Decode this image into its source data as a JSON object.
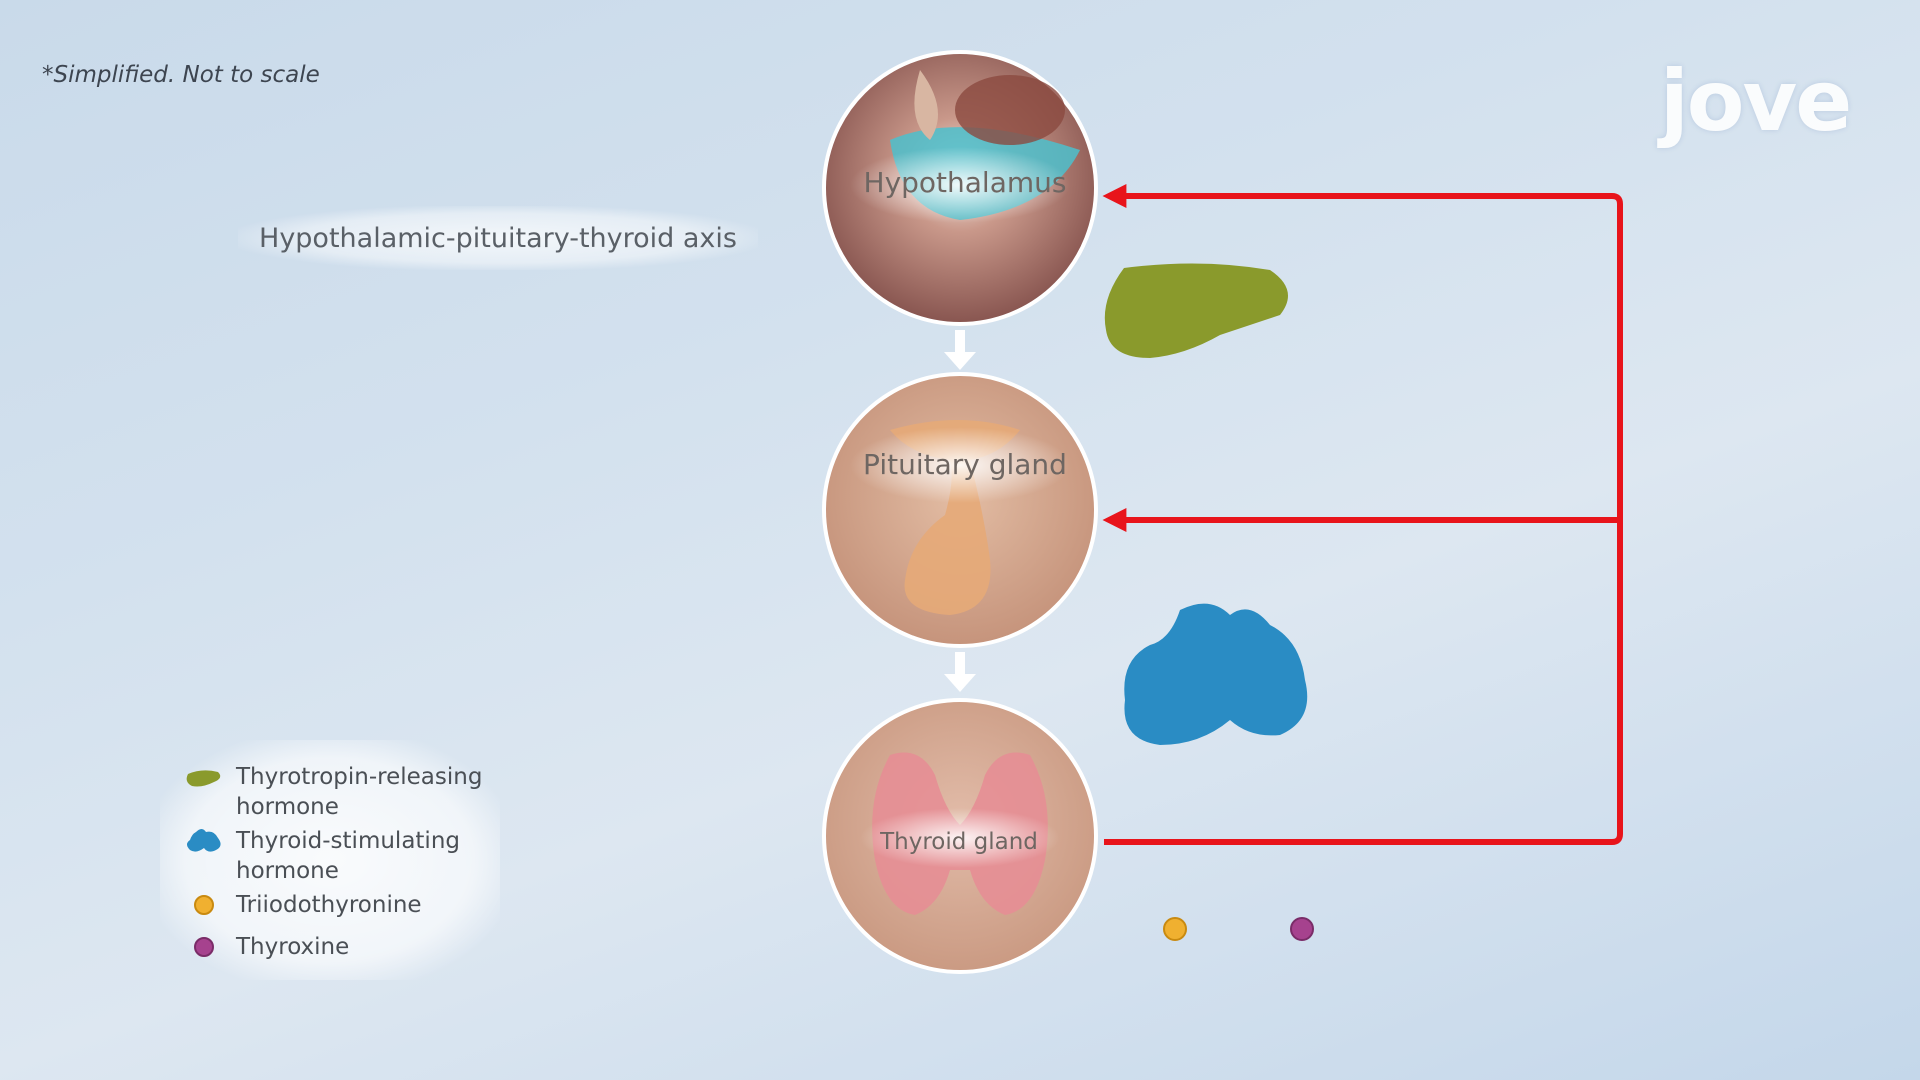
{
  "note": "*Simplified. Not to scale",
  "title": "Hypothalamic-pituitary-thyroid axis",
  "logo": "jove",
  "nodes": {
    "hypothalamus": "Hypothalamus",
    "pituitary": "Pituitary gland",
    "thyroid": "Thyroid gland"
  },
  "legend": {
    "trh": "Thyrotropin-releasing\n hormone",
    "tsh": "Thyroid-stimulating\nhormone",
    "t3": "Triiodothyronine",
    "t4": "Thyroxine"
  },
  "colors": {
    "feedback_arrow": "#e8141b",
    "trh": "#8a9a2c",
    "tsh": "#2a8cc4",
    "t3": "#f0b030",
    "t4": "#a6428e"
  }
}
